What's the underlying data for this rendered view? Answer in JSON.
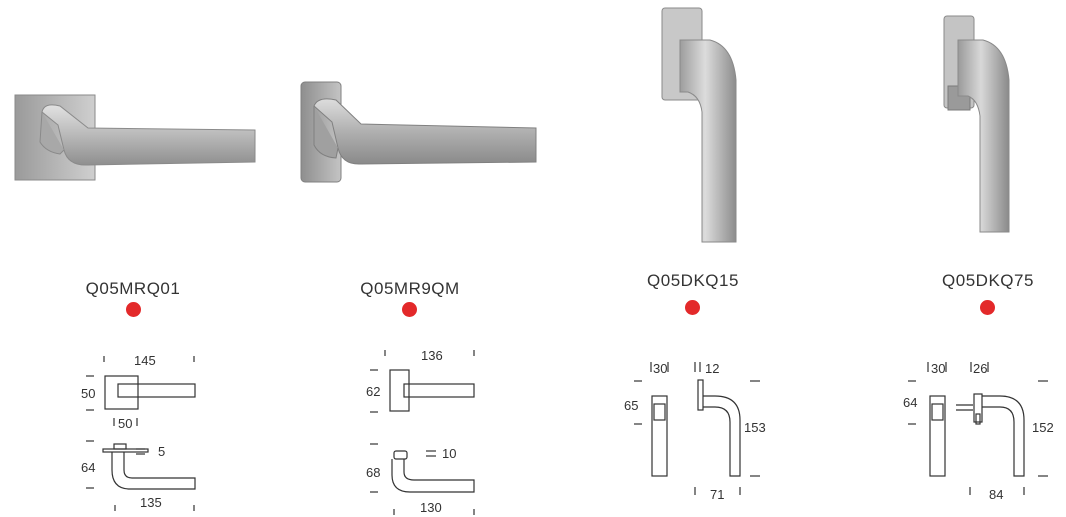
{
  "products": [
    {
      "code": "Q05MRQ01",
      "photo_icon": "lever-handle-square-rose-photo",
      "dimensions": {
        "rose_height": "50",
        "length": "145",
        "rose_width": "50",
        "projection": "64",
        "rose_depth": "5",
        "reach": "135"
      }
    },
    {
      "code": "Q05MR9QM",
      "photo_icon": "lever-handle-rectangular-rose-photo",
      "dimensions": {
        "rose_height": "62",
        "length": "136",
        "projection": "68",
        "rose_depth": "10",
        "reach": "130"
      }
    },
    {
      "code": "Q05DKQ15",
      "photo_icon": "window-handle-photo",
      "dimensions": {
        "base_width": "30",
        "base_height": "65",
        "spindle": "12",
        "height": "153",
        "projection": "71"
      }
    },
    {
      "code": "Q05DKQ75",
      "photo_icon": "window-handle-locking-photo",
      "dimensions": {
        "base_width": "30",
        "base_height": "64",
        "spindle": "26",
        "height": "152",
        "projection": "84"
      }
    }
  ],
  "colors": {
    "marker": "#e3292a",
    "metal_light": "#d4d4d4",
    "metal_dark": "#8c8c8c"
  }
}
